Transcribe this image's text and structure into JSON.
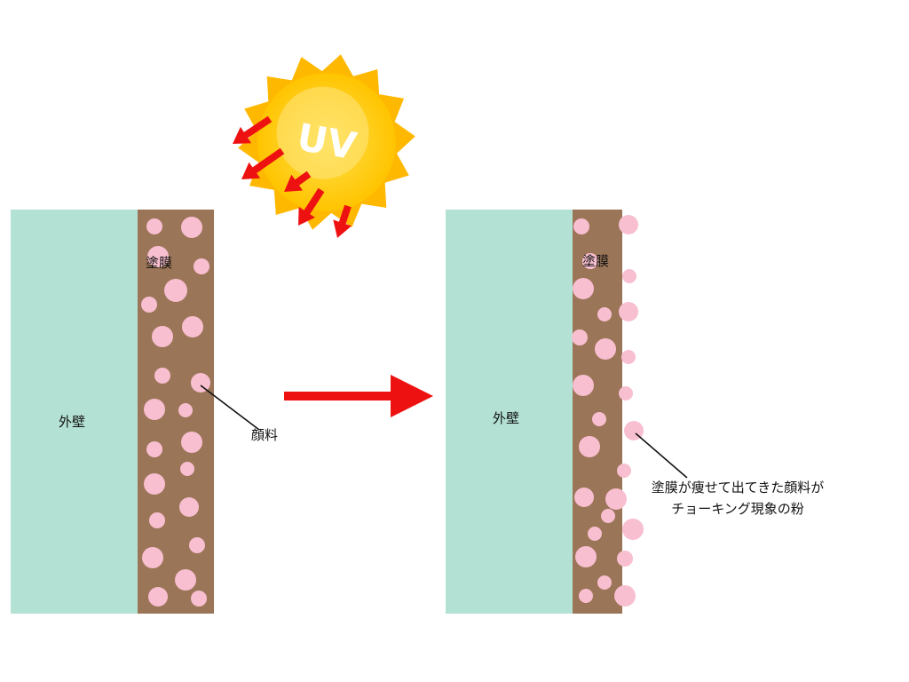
{
  "colors": {
    "wall": "#b3e1d3",
    "coating": "#9b7558",
    "pigment": "#f8bfd0",
    "arrow": "#ee1111",
    "sun_core": "#ffd000",
    "sun_rays": "#ffb800",
    "uv_text": "#ffffff",
    "leader_line": "#111111"
  },
  "before": {
    "wall_label": "外壁",
    "coating_label": "塗膜",
    "pigment_label": "顔料"
  },
  "after": {
    "wall_label": "外壁",
    "coating_label": "塗膜",
    "caption_line1": "塗膜が痩せて出てきた顔料が",
    "caption_line2": "チョーキング現象の粉"
  },
  "sun": {
    "text": "UV",
    "icon": "sun-uv-icon",
    "ray_icon": "uv-ray-arrow-icon"
  },
  "transition_icon": "right-arrow-icon"
}
